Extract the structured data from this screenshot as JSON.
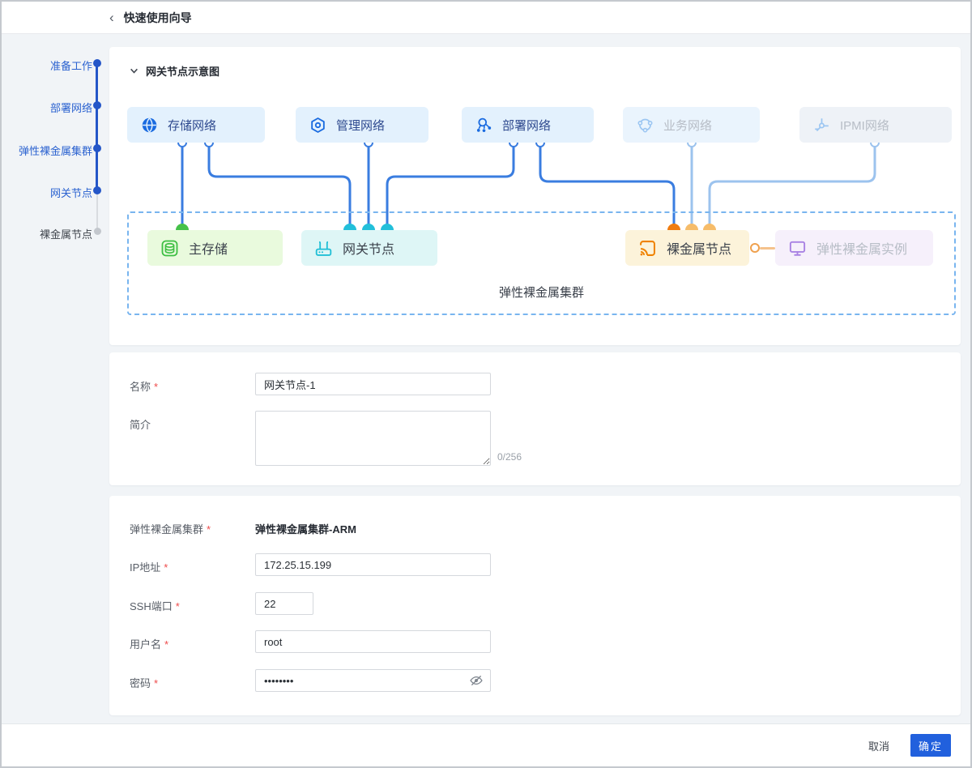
{
  "window": {
    "back_icon": "chevron-left-icon",
    "title": "快速使用向导"
  },
  "wizard_steps": [
    {
      "label": "准备工作",
      "state": "done"
    },
    {
      "label": "部署网络",
      "state": "done"
    },
    {
      "label": "弹性裸金属集群",
      "state": "done"
    },
    {
      "label": "网关节点",
      "state": "current"
    },
    {
      "label": "裸金属节点",
      "state": "upcoming"
    }
  ],
  "diagram": {
    "section_title": "网关节点示意图",
    "collapse_icon": "chevron-down-icon",
    "networks": [
      {
        "label": "存储网络",
        "icon": "globe-icon",
        "state": "active"
      },
      {
        "label": "管理网络",
        "icon": "hexagon-settings-icon",
        "state": "active"
      },
      {
        "label": "部署网络",
        "icon": "node-cluster-icon",
        "state": "active"
      },
      {
        "label": "业务网络",
        "icon": "ring-nodes-icon",
        "state": "inactive"
      },
      {
        "label": "IPMI网络",
        "icon": "junction-icon",
        "state": "inactive"
      }
    ],
    "nodes": [
      {
        "label": "主存储",
        "icon": "database-icon",
        "accent": "green"
      },
      {
        "label": "网关节点",
        "icon": "router-icon",
        "accent": "cyan"
      },
      {
        "label": "裸金属节点",
        "icon": "cast-icon",
        "accent": "orange"
      },
      {
        "label": "弹性裸金属实例",
        "icon": "monitor-icon",
        "accent": "purple"
      }
    ],
    "cluster_box_label": "弹性裸金属集群"
  },
  "form": {
    "required_mark": "*",
    "basic": {
      "name_label": "名称",
      "name_value": "网关节点-1",
      "desc_label": "简介",
      "desc_value": "",
      "desc_counter": "0/256"
    },
    "connection": {
      "cluster_label": "弹性裸金属集群",
      "cluster_value": "弹性裸金属集群-ARM",
      "ip_label": "IP地址",
      "ip_value": "172.25.15.199",
      "ssh_label": "SSH端口",
      "ssh_value": "22",
      "username_label": "用户名",
      "username_value": "root",
      "password_label": "密码",
      "password_value": "••••••••",
      "password_icon": "eye-off-icon"
    }
  },
  "footer": {
    "cancel_label": "取消",
    "confirm_label": "确定"
  },
  "colors": {
    "primary_blue": "#2160dd",
    "step_blue": "#2b62d0",
    "active_icon_blue": "#1a6be0",
    "wire_blue": "#3a7de0",
    "wire_light_blue": "#9cc3ee",
    "storage_green": "#45c149",
    "gateway_cyan": "#22bfda",
    "baremetal_orange": "#f07c10",
    "baremetal_light_orange": "#f6bc6a",
    "instance_purple": "#a982e3",
    "required_red": "#ee4b4b"
  }
}
